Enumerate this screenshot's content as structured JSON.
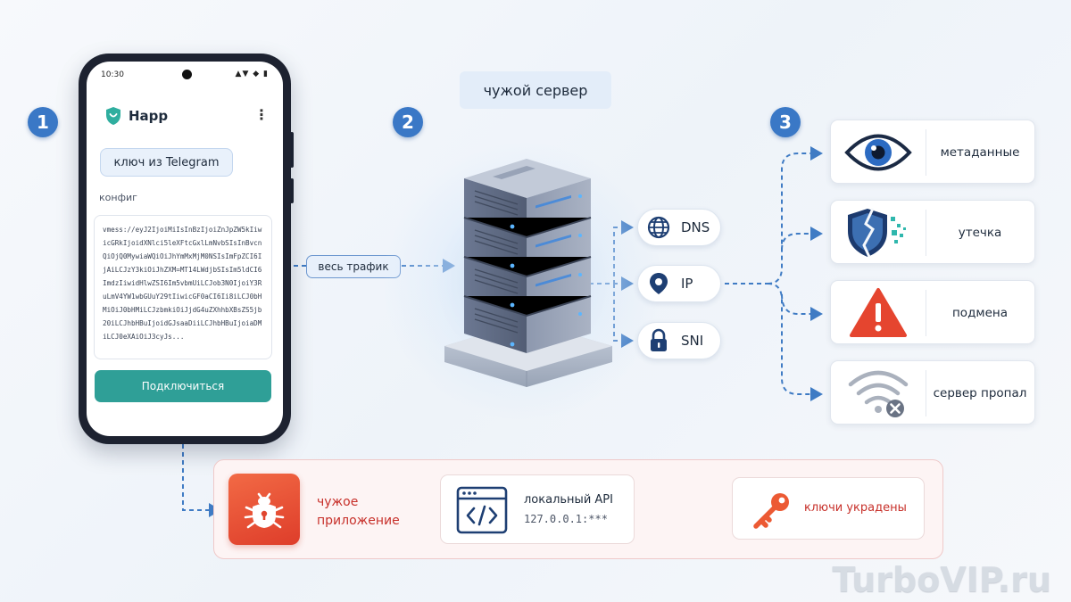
{
  "steps": {
    "one": "1",
    "two": "2",
    "three": "3"
  },
  "phone": {
    "time": "10:30",
    "status_icons": "▲▼ ◆ ▮",
    "app_name": "Happ",
    "key_source": "ключ из Telegram",
    "config_label": "конфиг",
    "config_text": "vmess://eyJ2IjoiMiIsInBzIjoiZnJpZW5kIiwicGRkIjoidXNlci5leXFtcGxlLmNvbSIsInBvcnQiOjQ0MywiaWQiOiJhYmMxMjM0NSIsImFpZCI6IjAiLCJzY3kiOiJhZXM=MT14LWdjbSIsIm5ldCI6ImdzIiwidHlwZSI6Im5vbmUiLCJob3N0IjoiY3RuLmV4YW1wbGUuY29tIiwicGF0aCI6Ii8iLCJ0bHMiOiJ0bHMiLCJzbmkiOiJjdG4uZXhhbXBsZS5jb20iLCJhbHBuIjoidGJsaaDiiLCJhbHBuIjoiaDMiLCJ0eXAiOiJ3cyJs...",
    "connect_label": "Подключиться"
  },
  "server": {
    "label": "чужой сервер",
    "traffic_label": "весь трафик",
    "pills": [
      {
        "icon": "globe-icon",
        "label": "DNS"
      },
      {
        "icon": "location-pin-icon",
        "label": "IP"
      },
      {
        "icon": "lock-icon",
        "label": "SNI"
      }
    ]
  },
  "risks": [
    {
      "icon": "eye-icon",
      "label": "метаданные"
    },
    {
      "icon": "broken-shield-icon",
      "label": "утечка"
    },
    {
      "icon": "warning-icon",
      "label": "подмена"
    },
    {
      "icon": "wifi-off-icon",
      "label": "сервер пропал"
    }
  ],
  "threat": {
    "foreign_app_line1": "чужое",
    "foreign_app_line2": "приложение",
    "api_title": "локальный API",
    "api_address": "127.0.0.1:***",
    "keys_label": "ключи украдены"
  },
  "watermark": "TurboVIP.ru",
  "colors": {
    "accent_blue": "#3a78c6",
    "connect_teal": "#2f9f97",
    "danger_red": "#de3d2a",
    "dashed_blue": "#3f7bc4",
    "dashed_red": "#e0554a"
  }
}
